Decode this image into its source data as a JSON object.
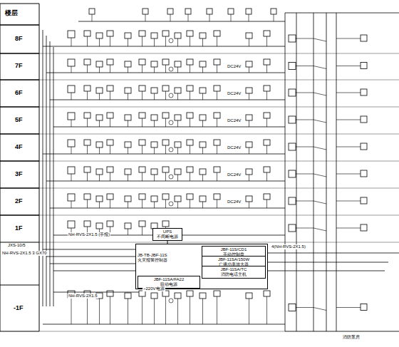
{
  "diagram": {
    "nodes": [
      {
        "text": [
          "UPS",
          "不间断电源"
        ]
      },
      {
        "text": [
          "JB-TB-JBF-11S",
          "火灾报警控制器"
        ]
      },
      {
        "text": [
          "JBF-11S/CD1",
          "手动控制盘"
        ],
        "in": 1
      },
      {
        "text": [
          "JBF-11SA/150W",
          "广播功率放大器"
        ],
        "in": 1
      },
      {
        "text": [
          "JBF-11SA/TC",
          "消防电话主机"
        ],
        "in": 1
      },
      {
        "text": [
          "JBF-11SA/FA22",
          "联动电源"
        ],
        "in": 1
      }
    ],
    "edges": [
      {
        "from": 0,
        "to": 1,
        "arrow": "none"
      }
    ],
    "labels": [
      "楼层",
      "8F",
      "7F",
      "6F",
      "5F",
      "4F",
      "3F",
      "2F",
      "1F",
      "-1F",
      "DC24V",
      "DC24V",
      "DC24V",
      "DC24V",
      "DC24V",
      "DC24V",
      "NH-RVS-2X1.5 (手报)",
      "JXS-10/5",
      "NH-RVS-2X1.5 3 GX70",
      "4(NH-RVS-2X1.5)",
      "NH-RVS-2X1.5",
      "消防泵房",
      "~220V电源"
    ]
  }
}
